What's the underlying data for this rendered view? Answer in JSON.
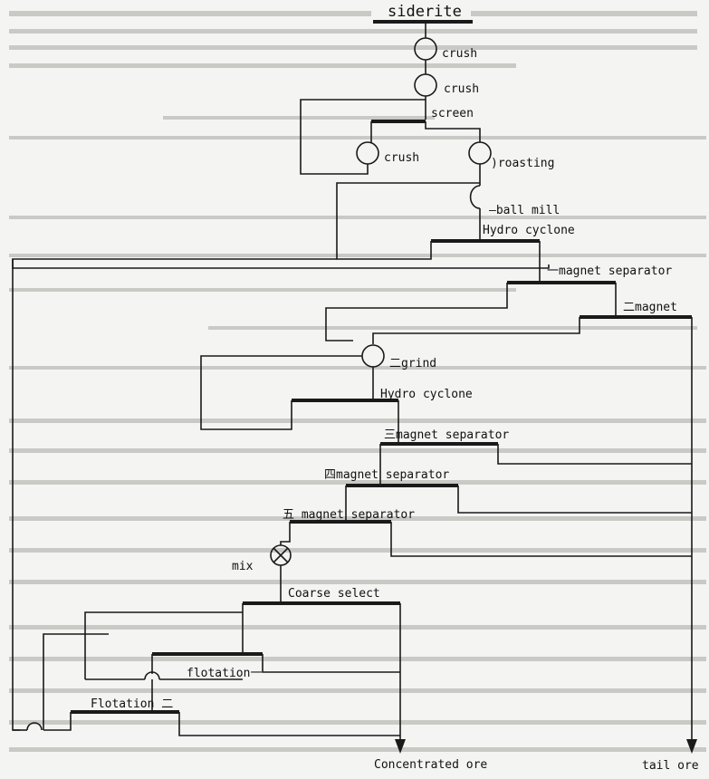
{
  "flowsheet": {
    "feed": "siderite",
    "steps": {
      "crush_1": "crush",
      "crush_2": "crush",
      "screen": "screen",
      "crush_3": "crush",
      "roasting": ")roasting",
      "ball_mill": "—ball mill",
      "cyclone_1": "Hydro cyclone",
      "magnet_1": "一magnet separator",
      "magnet_2": "二magnet",
      "grind_2": "二grind",
      "cyclone_2": "Hydro cyclone",
      "magnet_3": "三magnet separator",
      "magnet_4": "四magnet separator",
      "magnet_5": "五 magnet separator",
      "mix": "mix",
      "coarse_select": "Coarse select",
      "flotation_1": "flotation一",
      "flotation_2": "Flotation 二"
    },
    "outputs": {
      "concentrate": "Concentrated ore",
      "tailings": "tail ore"
    }
  }
}
